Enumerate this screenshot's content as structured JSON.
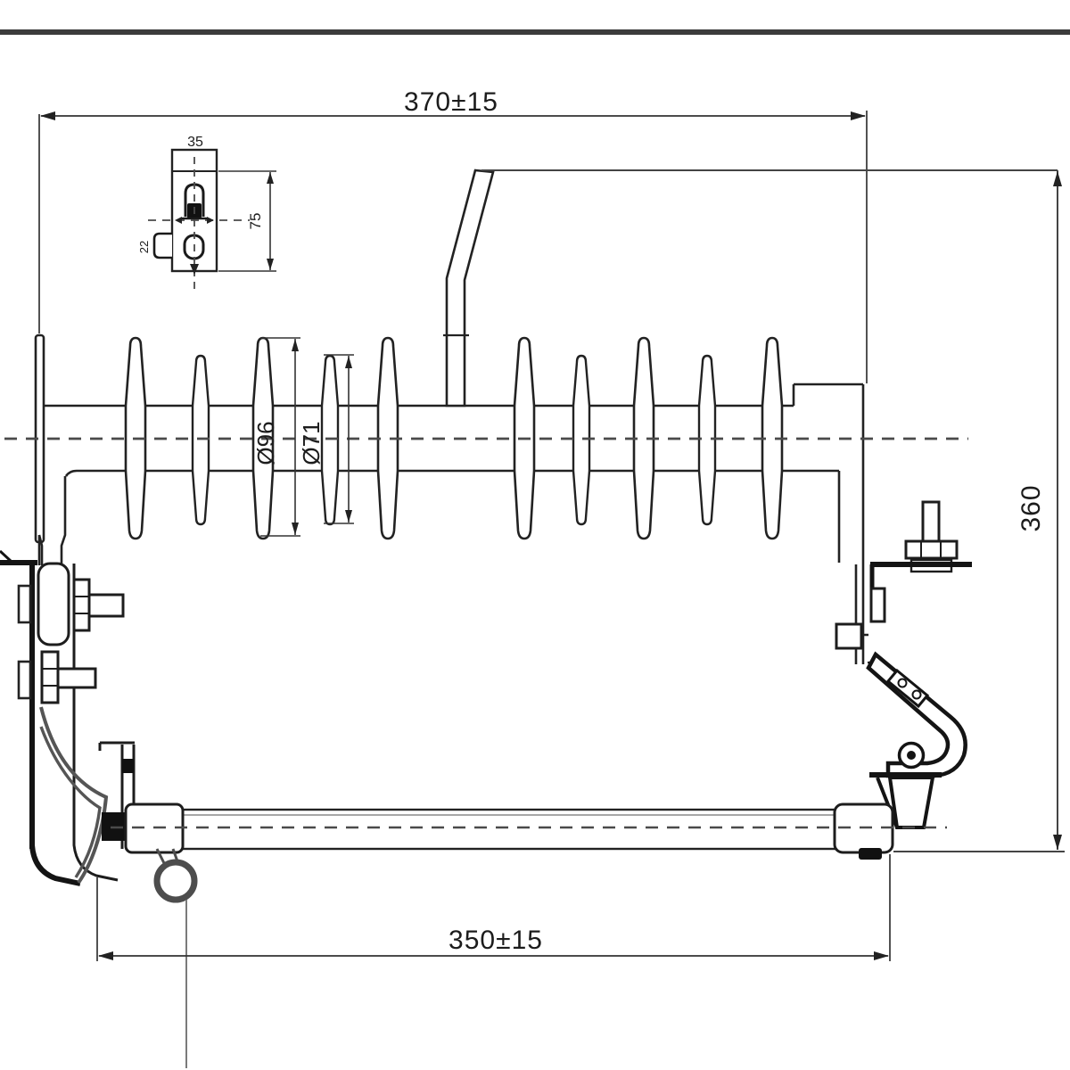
{
  "drawing": {
    "type": "technical-dimension-drawing",
    "subject": "composite insulator fuse cutout side view",
    "labels": {
      "dim_top_width": "370±15",
      "dim_bottom_width": "350±15",
      "dim_overall_height": "360",
      "dim_large_shed_diameter": "Ø96",
      "dim_small_shed_diameter": "Ø71",
      "dim_detail_width": "35",
      "dim_detail_height": "75",
      "dim_detail_tab": "22"
    },
    "colors": {
      "background": "#ffffff",
      "outline": "#222222",
      "heavy_outline": "#141414",
      "medium_gray": "#555555",
      "centerline": "#4a4a4a",
      "dimension_line": "#333333",
      "top_border": "#3c3c3c"
    }
  }
}
